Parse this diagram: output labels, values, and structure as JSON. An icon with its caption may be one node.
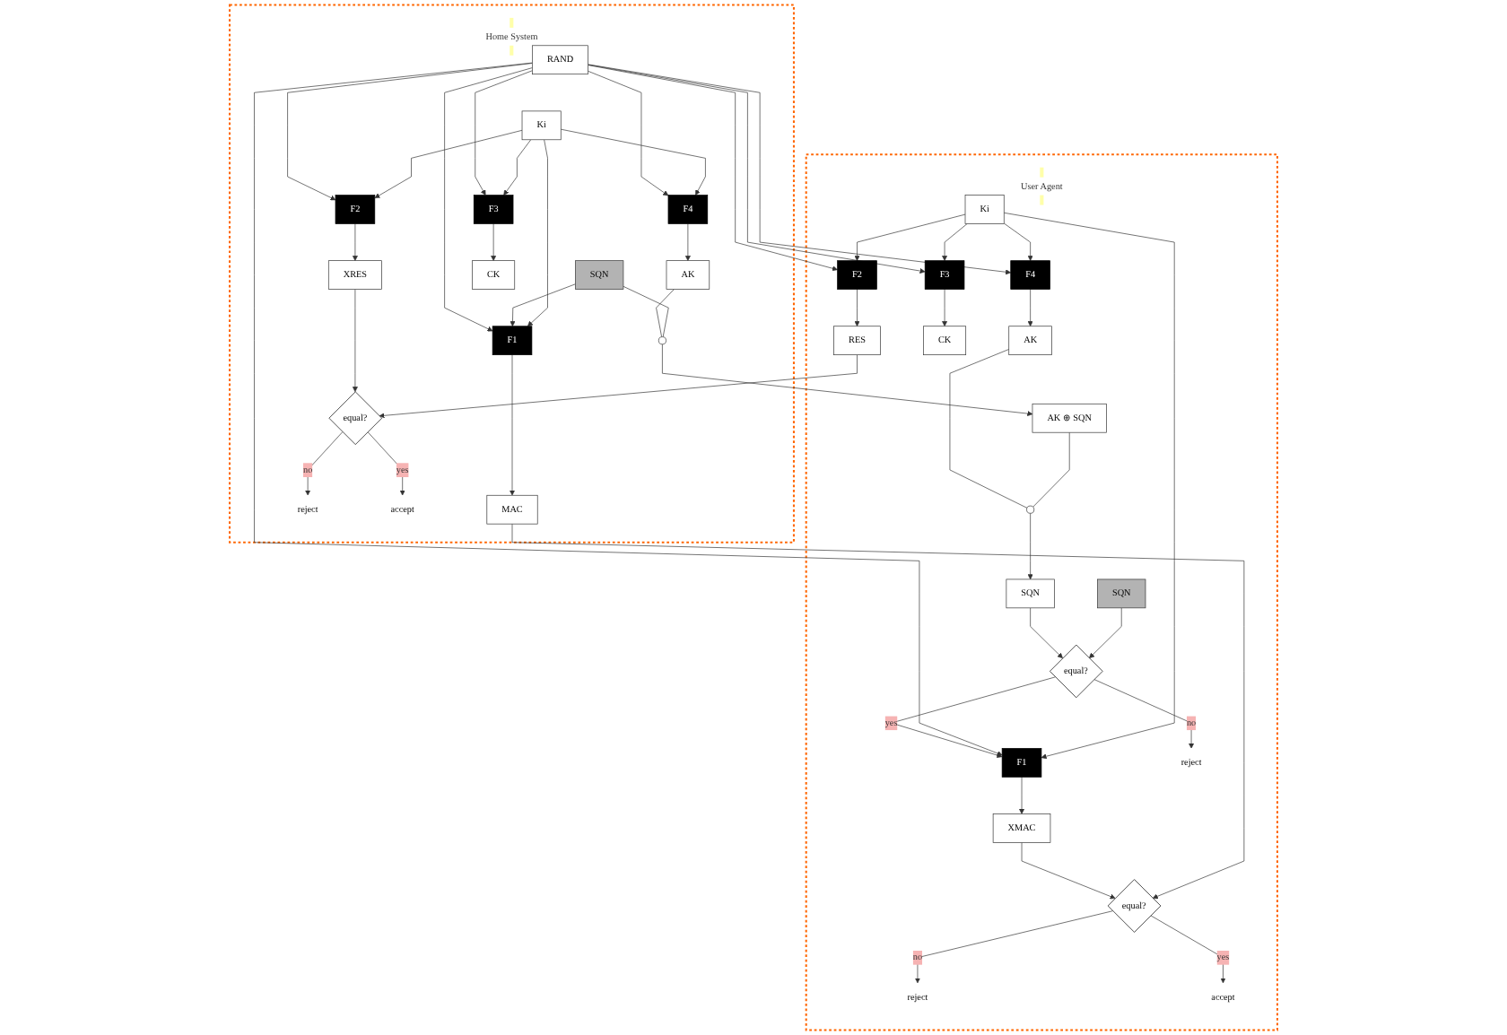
{
  "diagram": {
    "nodes": [
      {
        "text": [
          "User Agent"
        ]
      },
      {
        "text": [
          "Home System"
        ]
      },
      {
        "text": [
          "AK"
        ],
        "in": 0
      },
      {
        "text": [],
        "shape": "circle",
        "in": 0
      },
      {
        "text": [
          "AK ⊕ SQN"
        ],
        "in": 0
      },
      {
        "text": [
          "SQN"
        ],
        "in": 0
      },
      {
        "text": [
          "SQN"
        ],
        "in": 0
      },
      {
        "text": [
          "equal?"
        ],
        "in": 0
      },
      {
        "text": [
          "reject"
        ],
        "in": 0
      },
      {
        "text": [
          "Ki"
        ],
        "in": 0
      },
      {
        "text": [
          "F4"
        ],
        "in": 0
      },
      {
        "text": [
          "F3"
        ],
        "in": 0
      },
      {
        "text": [
          "F2"
        ],
        "in": 0
      },
      {
        "text": [
          "F1"
        ],
        "in": 0
      },
      {
        "text": [
          "XMAC"
        ],
        "in": 0
      },
      {
        "text": [
          "equal?"
        ],
        "in": 0
      },
      {
        "text": [
          "reject"
        ],
        "in": 0
      },
      {
        "text": [
          "accept"
        ],
        "in": 0
      },
      {
        "text": [
          "CK"
        ],
        "in": 0
      },
      {
        "text": [
          "RES"
        ],
        "in": 0
      },
      {
        "text": [
          "AK"
        ],
        "in": 1
      },
      {
        "text": [],
        "shape": "circle",
        "in": 1
      },
      {
        "text": [
          "SQN"
        ],
        "in": 1
      },
      {
        "text": [
          "RAND"
        ],
        "in": 1
      },
      {
        "text": [
          "Ki"
        ],
        "in": 1
      },
      {
        "text": [
          "F1"
        ],
        "in": 1
      },
      {
        "text": [
          "F2"
        ],
        "in": 1
      },
      {
        "text": [
          "F3"
        ],
        "in": 1
      },
      {
        "text": [
          "F4"
        ],
        "in": 1
      },
      {
        "text": [
          "MAC"
        ],
        "in": 1
      },
      {
        "text": [
          "equal?"
        ],
        "in": 1
      },
      {
        "text": [
          "reject"
        ],
        "in": 1
      },
      {
        "text": [
          "accept"
        ],
        "in": 1
      },
      {
        "text": [
          "XRES"
        ],
        "in": 1
      },
      {
        "text": [
          "CK"
        ],
        "in": 1
      }
    ],
    "edges": [
      {
        "from": 10,
        "to": 2,
        "arrow": "to"
      },
      {
        "from": 2,
        "to": 3,
        "arrow": "none"
      },
      {
        "from": 4,
        "to": 3,
        "arrow": "none"
      },
      {
        "from": 3,
        "to": 5,
        "arrow": "to"
      },
      {
        "from": 21,
        "to": 4,
        "arrow": "to"
      },
      {
        "from": 20,
        "to": 21,
        "arrow": "none"
      },
      {
        "from": 22,
        "to": 21,
        "arrow": "none"
      },
      {
        "from": 28,
        "to": 20,
        "arrow": "to"
      },
      {
        "from": 5,
        "to": 7,
        "arrow": "to"
      },
      {
        "from": 6,
        "to": 7,
        "arrow": "to"
      },
      {
        "from": 7,
        "to": 8,
        "label": "no",
        "arrow": "to"
      },
      {
        "from": 7,
        "to": 13,
        "label": "yes",
        "arrow": "to"
      },
      {
        "from": 23,
        "to": 10,
        "arrow": "to"
      },
      {
        "from": 23,
        "to": 11,
        "arrow": "to"
      },
      {
        "from": 23,
        "to": 12,
        "arrow": "to"
      },
      {
        "from": 23,
        "to": 13,
        "arrow": "to"
      },
      {
        "from": 23,
        "to": 25,
        "arrow": "to"
      },
      {
        "from": 23,
        "to": 26,
        "arrow": "to"
      },
      {
        "from": 23,
        "to": 27,
        "arrow": "to"
      },
      {
        "from": 23,
        "to": 28,
        "arrow": "to"
      },
      {
        "from": 9,
        "to": 10,
        "arrow": "to"
      },
      {
        "from": 9,
        "to": 11,
        "arrow": "to"
      },
      {
        "from": 9,
        "to": 12,
        "arrow": "to"
      },
      {
        "from": 9,
        "to": 13,
        "arrow": "to"
      },
      {
        "from": 22,
        "to": 25,
        "arrow": "to"
      },
      {
        "from": 24,
        "to": 25,
        "arrow": "to"
      },
      {
        "from": 24,
        "to": 26,
        "arrow": "to"
      },
      {
        "from": 24,
        "to": 27,
        "arrow": "to"
      },
      {
        "from": 24,
        "to": 28,
        "arrow": "to"
      },
      {
        "from": 13,
        "to": 14,
        "arrow": "to"
      },
      {
        "from": 14,
        "to": 15,
        "arrow": "to"
      },
      {
        "from": 29,
        "to": 15,
        "arrow": "to"
      },
      {
        "from": 15,
        "to": 16,
        "label": "no",
        "arrow": "to"
      },
      {
        "from": 15,
        "to": 17,
        "label": "yes",
        "arrow": "to"
      },
      {
        "from": 11,
        "to": 18,
        "arrow": "to"
      },
      {
        "from": 12,
        "to": 19,
        "arrow": "to"
      },
      {
        "from": 25,
        "to": 29,
        "arrow": "to"
      },
      {
        "from": 26,
        "to": 33,
        "arrow": "to"
      },
      {
        "from": 27,
        "to": 34,
        "arrow": "to"
      },
      {
        "from": 19,
        "to": 30,
        "arrow": "to"
      },
      {
        "from": 33,
        "to": 30,
        "arrow": "to"
      },
      {
        "from": 30,
        "to": 31,
        "label": "no",
        "arrow": "to"
      },
      {
        "from": 30,
        "to": 32,
        "label": "yes",
        "arrow": "to"
      }
    ]
  }
}
